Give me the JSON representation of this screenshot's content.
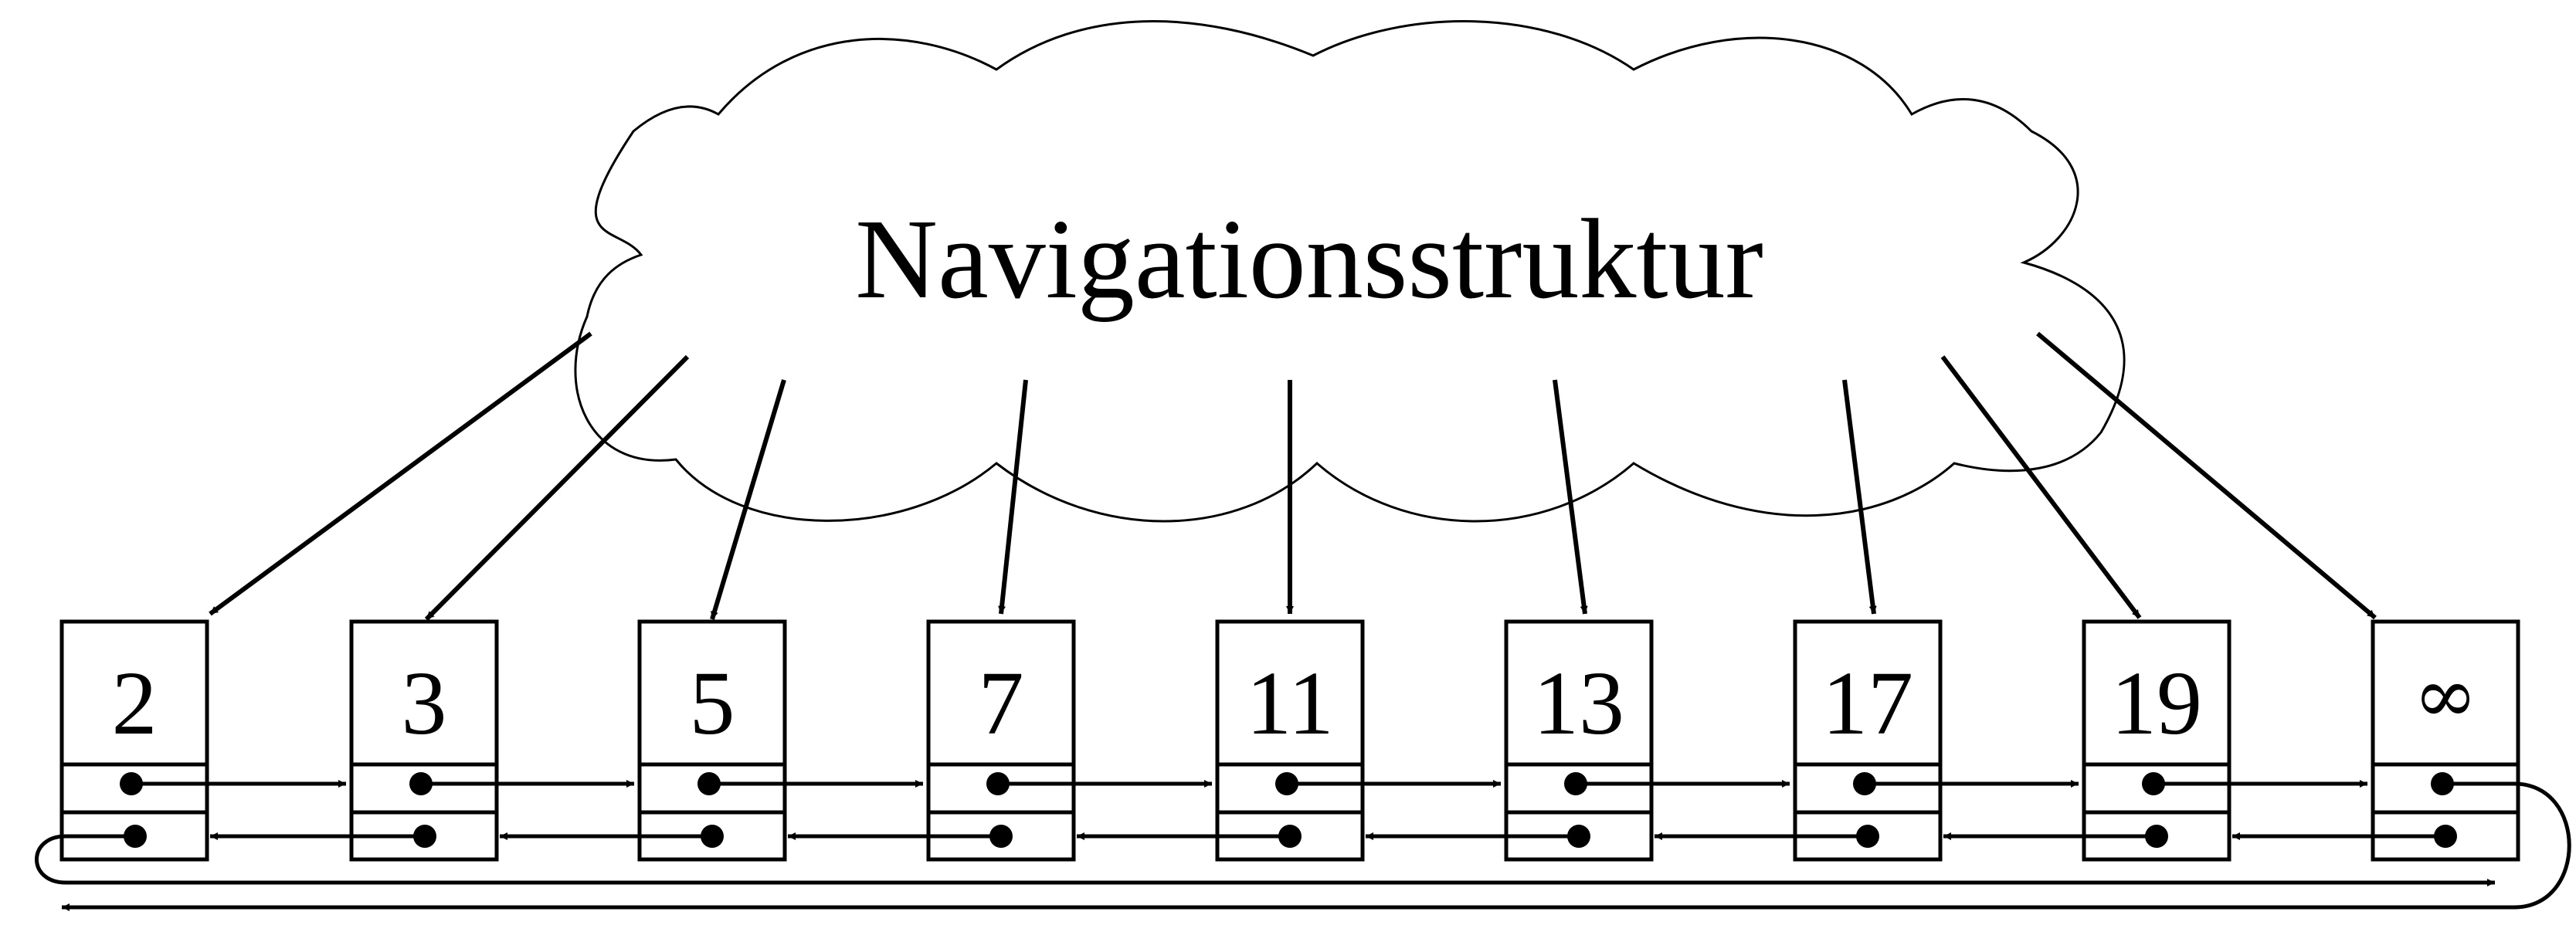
{
  "title": "Navigationsstruktur",
  "nodes": [
    {
      "key": "2"
    },
    {
      "key": "3"
    },
    {
      "key": "5"
    },
    {
      "key": "7"
    },
    {
      "key": "11"
    },
    {
      "key": "13"
    },
    {
      "key": "17"
    },
    {
      "key": "19"
    },
    {
      "key": "∞"
    }
  ],
  "colors": {
    "stroke": "#000000",
    "background": "#ffffff"
  }
}
